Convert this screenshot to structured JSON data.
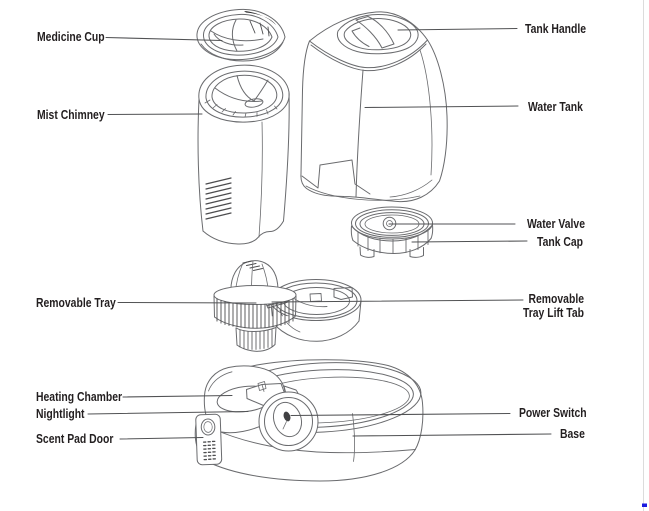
{
  "diagram": {
    "labels": {
      "medicine_cup": "Medicine Cup",
      "mist_chimney": "Mist Chimney",
      "tank_handle": "Tank Handle",
      "water_tank": "Water Tank",
      "water_valve": "Water Valve",
      "tank_cap": "Tank Cap",
      "removable_tray": "Removable Tray",
      "removable_tray_lift_tab": {
        "line1": "Removable",
        "line2": "Tray Lift Tab"
      },
      "heating_chamber": "Heating Chamber",
      "nightlight": "Nightlight",
      "scent_pad_door": "Scent Pad Door",
      "power_switch": "Power Switch",
      "base": "Base"
    },
    "colors": {
      "background": "#ffffff",
      "label_text": "#231f20",
      "leader_line": "#515254",
      "line_art": "#6a6b6e",
      "line_art_dark": "#4c4c4e",
      "page_edge_line": "#dcdcdc",
      "corner_mark": "#1a1ae0"
    }
  }
}
